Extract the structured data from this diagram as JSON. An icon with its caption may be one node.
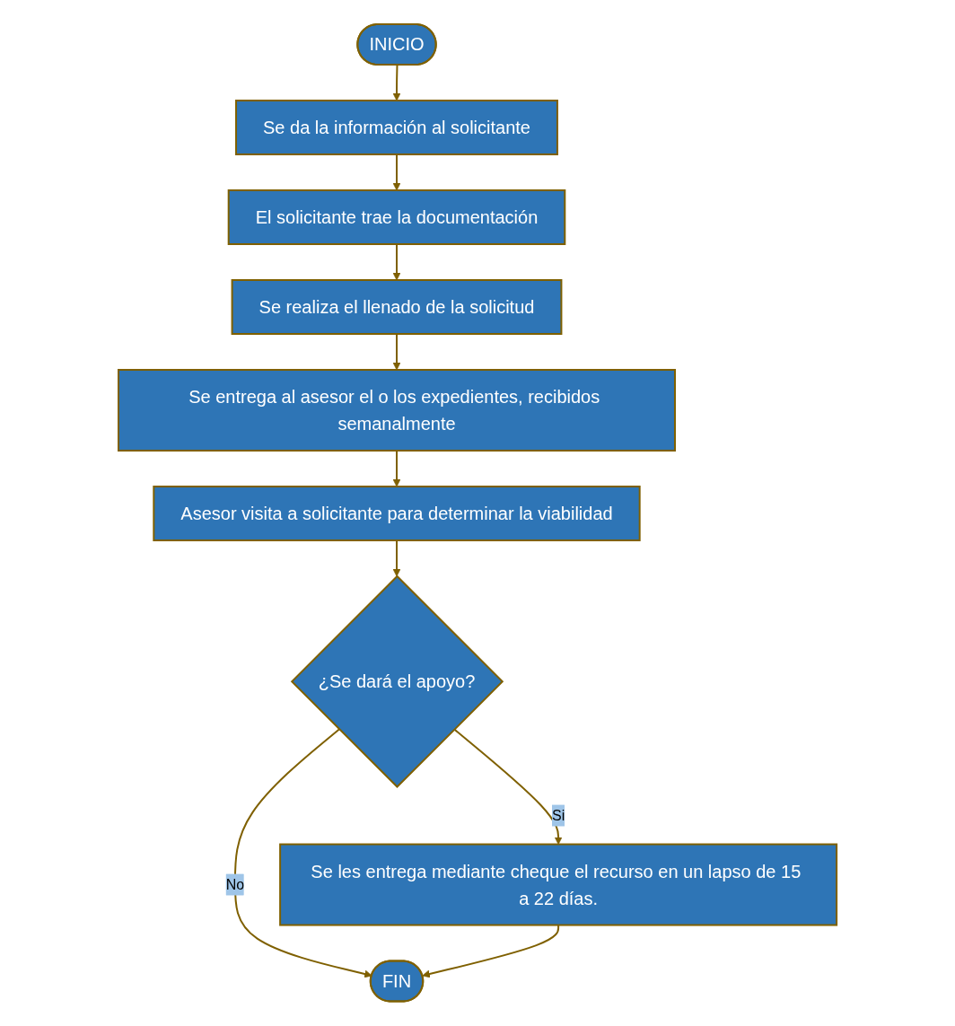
{
  "diagram": {
    "nodes": [
      {
        "text": [
          "INICIO"
        ]
      },
      {
        "text": [
          "Se da la información al solicitante"
        ]
      },
      {
        "text": [
          "El solicitante trae la documentación"
        ]
      },
      {
        "text": [
          "Se realiza el llenado de la solicitud"
        ]
      },
      {
        "text": [
          "Se entrega al asesor el o los expedientes, recibidos semanalmente"
        ]
      },
      {
        "text": [
          "Asesor visita a solicitante para determinar la viabilidad"
        ]
      },
      {
        "text": [
          "¿Se dará el apoyo?"
        ]
      },
      {
        "text": [
          "FIN"
        ]
      },
      {
        "text": [
          "Se les entrega mediante cheque el recurso en un lapso de 15 a 22 días."
        ]
      }
    ],
    "edges": [
      {
        "from": 0,
        "to": 1,
        "arrow": "to"
      },
      {
        "from": 1,
        "to": 2,
        "arrow": "to"
      },
      {
        "from": 2,
        "to": 3,
        "arrow": "to"
      },
      {
        "from": 3,
        "to": 4,
        "arrow": "to"
      },
      {
        "from": 4,
        "to": 5,
        "arrow": "to"
      },
      {
        "from": 5,
        "to": 6,
        "arrow": "to"
      },
      {
        "from": 6,
        "to": 7,
        "label": "No",
        "arrow": "to"
      },
      {
        "from": 6,
        "to": 8,
        "label": "Si",
        "arrow": "to"
      },
      {
        "from": 8,
        "to": 7,
        "arrow": "to"
      }
    ]
  }
}
